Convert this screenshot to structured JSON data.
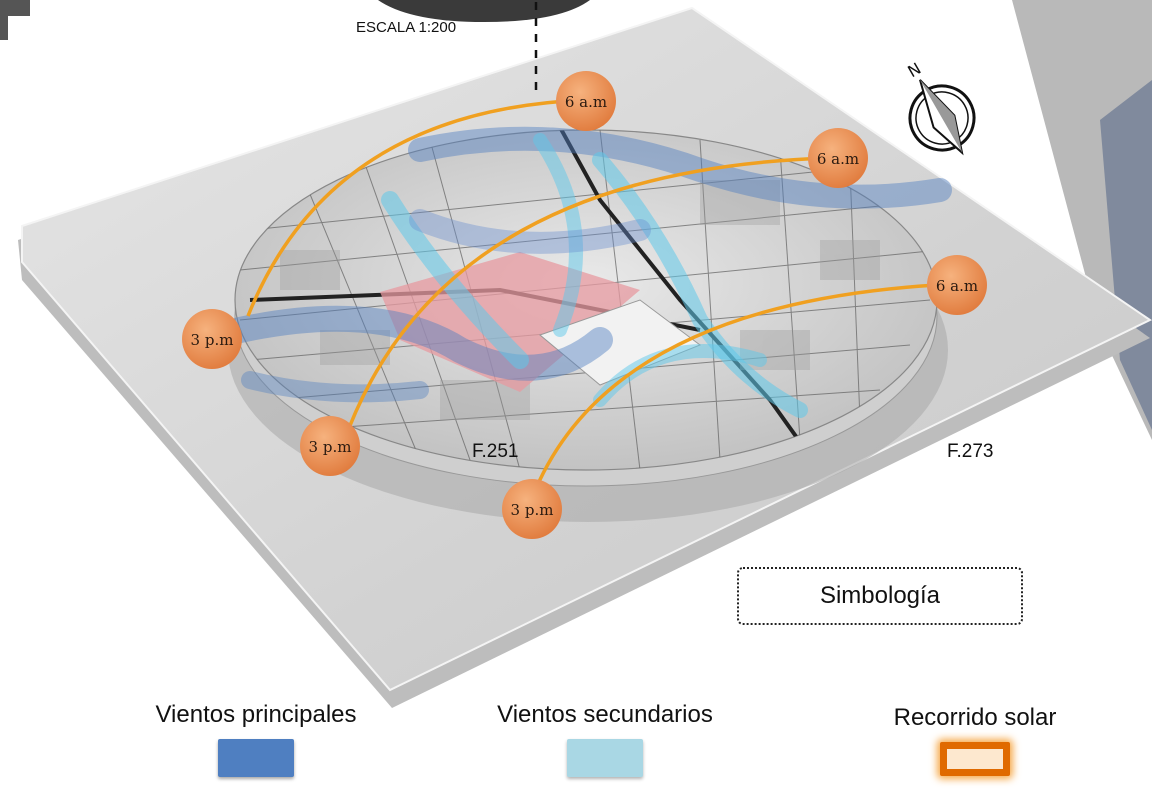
{
  "scale": "ESCALA 1:200",
  "site_labels": [
    "F.251",
    "F.273"
  ],
  "north_label": "N",
  "sun_markers": {
    "morning": [
      "6 a.m",
      "6 a.m",
      "6 a.m"
    ],
    "afternoon": [
      "3 p.m",
      "3 p.m",
      "3 p.m"
    ]
  },
  "legend": {
    "title": "Simbología",
    "items": [
      {
        "label": "Vientos principales",
        "color": "#4f7fc1"
      },
      {
        "label": "Vientos secundarios",
        "color": "#a9d7e4"
      },
      {
        "label": "Recorrido solar",
        "color": "#e06a00"
      }
    ]
  },
  "colors": {
    "sun_path": "#f0a020",
    "sun_marker": "#ea8a4c",
    "plate": "#d6d6d6",
    "site_block": "#e79aa0",
    "wind_main": "#4f7fc1",
    "wind_secondary": "#5ec8ea"
  }
}
